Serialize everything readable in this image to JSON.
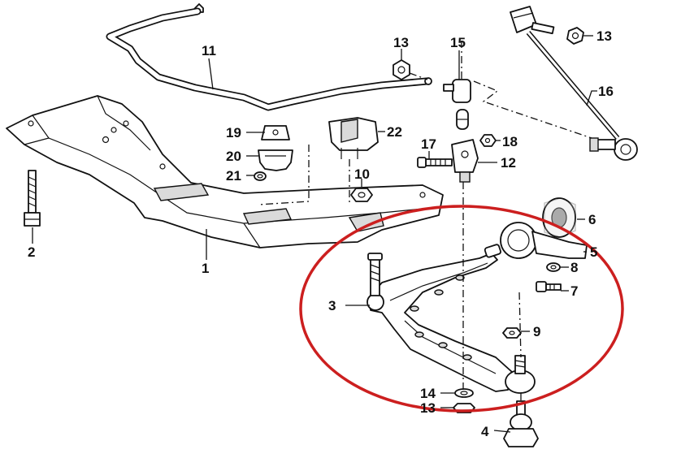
{
  "callouts": {
    "c1": "1",
    "c2": "2",
    "c3": "3",
    "c4": "4",
    "c5": "5",
    "c6": "6",
    "c7": "7",
    "c8": "8",
    "c9": "9",
    "c10": "10",
    "c11": "11",
    "c12": "12",
    "c13a": "13",
    "c13b": "13",
    "c13c": "13",
    "c14": "14",
    "c15": "15",
    "c16": "16",
    "c17": "17",
    "c18": "18",
    "c19": "19",
    "c20": "20",
    "c21": "21",
    "c22": "22"
  },
  "colors": {
    "highlight": "#cc1f1f",
    "line": "#111111",
    "shade": "#dadada"
  }
}
